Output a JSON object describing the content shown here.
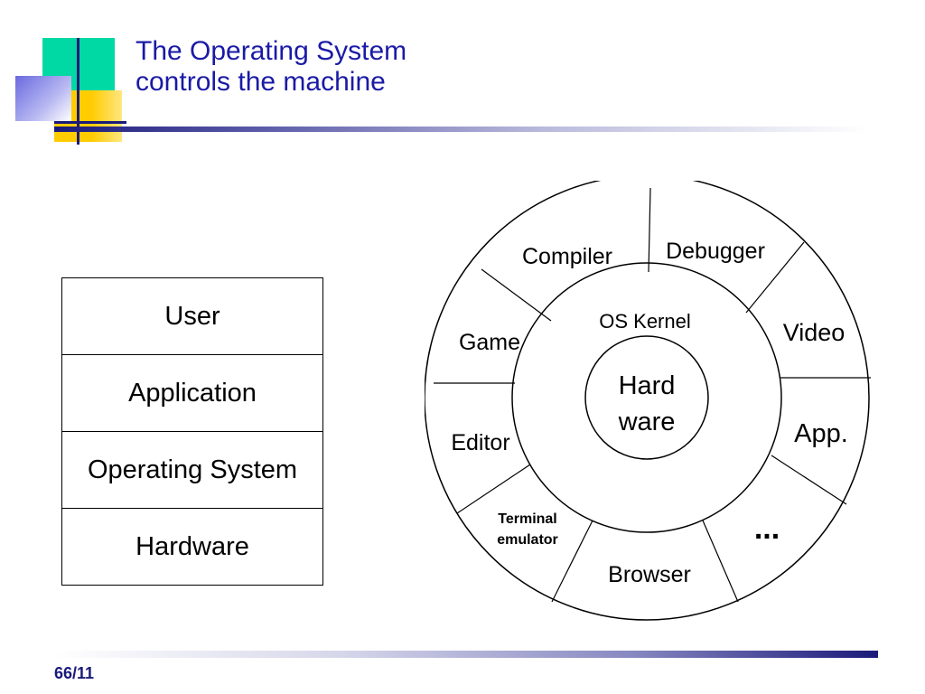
{
  "slide": {
    "title_line1": "The Operating System",
    "title_line2": "controls the machine",
    "page_number": "66/11"
  },
  "layers": [
    "User",
    "Application",
    "Operating System",
    "Hardware"
  ],
  "diagram": {
    "core_label_line1": "Hard",
    "core_label_line2": "ware",
    "kernel_label": "OS Kernel",
    "apps": {
      "compiler": "Compiler",
      "debugger": "Debugger",
      "video": "Video",
      "app": "App.",
      "more": "...",
      "browser": "Browser",
      "terminal_line1": "Terminal",
      "terminal_line2": "emulator",
      "editor": "Editor",
      "game": "Game"
    }
  },
  "colors": {
    "title": "#1a1aa6",
    "logo_green": "#00d9a3",
    "logo_yellow": "#ffcc00",
    "logo_blue": "#8a8ae6",
    "rule": "#1a1a7a"
  }
}
